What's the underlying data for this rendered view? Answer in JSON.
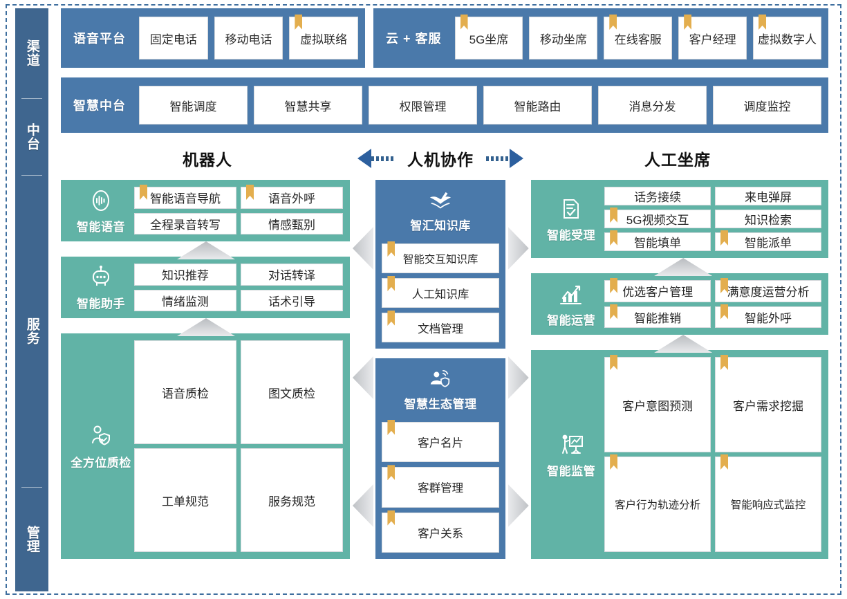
{
  "sidebar": {
    "segments": [
      {
        "label": "渠道"
      },
      {
        "label": "中台"
      },
      {
        "label": "服务"
      },
      {
        "label": "管理"
      }
    ]
  },
  "channel_row": {
    "voice_platform": {
      "title": "语音平台",
      "items": [
        {
          "label": "固定电话",
          "bookmark": false
        },
        {
          "label": "移动电话",
          "bookmark": false
        },
        {
          "label": "虚拟联络",
          "bookmark": true
        }
      ]
    },
    "cloud_service": {
      "title": "云 + 客服",
      "items": [
        {
          "label": "5G坐席",
          "bookmark": true
        },
        {
          "label": "移动坐席",
          "bookmark": false
        },
        {
          "label": "在线客服",
          "bookmark": true
        },
        {
          "label": "客户经理",
          "bookmark": true
        },
        {
          "label": "虚拟数字人",
          "bookmark": true
        }
      ]
    }
  },
  "middle_platform": {
    "title": "智慧中台",
    "items": [
      {
        "label": "智能调度",
        "bookmark": false
      },
      {
        "label": "智慧共享",
        "bookmark": false
      },
      {
        "label": "权限管理",
        "bookmark": false
      },
      {
        "label": "智能路由",
        "bookmark": false
      },
      {
        "label": "消息分发",
        "bookmark": false
      },
      {
        "label": "调度监控",
        "bookmark": false
      }
    ]
  },
  "collaboration": {
    "left_label": "机器人",
    "center_label": "人机协作",
    "right_label": "人工坐席"
  },
  "left_column": [
    {
      "name": "智能语音",
      "icon": "voice-wave-icon",
      "grid": "2x2",
      "items": [
        {
          "label": "智能语音导航",
          "bookmark": true
        },
        {
          "label": "语音外呼",
          "bookmark": true
        },
        {
          "label": "全程录音转写",
          "bookmark": false
        },
        {
          "label": "情感甄别",
          "bookmark": false
        }
      ]
    },
    {
      "name": "智能助手",
      "icon": "robot-icon",
      "grid": "2x2",
      "items": [
        {
          "label": "知识推荐",
          "bookmark": false
        },
        {
          "label": "对话转译",
          "bookmark": false
        },
        {
          "label": "情绪监测",
          "bookmark": false
        },
        {
          "label": "话术引导",
          "bookmark": false
        }
      ]
    },
    {
      "name": "全方位质检",
      "icon": "person-shield-icon",
      "grid": "2x2",
      "items": [
        {
          "label": "语音质检",
          "bookmark": false
        },
        {
          "label": "图文质检",
          "bookmark": false
        },
        {
          "label": "工单规范",
          "bookmark": false
        },
        {
          "label": "服务规范",
          "bookmark": false
        }
      ]
    }
  ],
  "center_column": [
    {
      "name": "智汇知识库",
      "icon": "book-pen-icon",
      "items": [
        {
          "label": "智能交互知识库",
          "bookmark": true
        },
        {
          "label": "人工知识库",
          "bookmark": true
        },
        {
          "label": "文档管理",
          "bookmark": true
        }
      ]
    },
    {
      "name": "智慧生态管理",
      "icon": "person-wifi-icon",
      "items": [
        {
          "label": "客户名片",
          "bookmark": true
        },
        {
          "label": "客群管理",
          "bookmark": true
        },
        {
          "label": "客户关系",
          "bookmark": true
        }
      ]
    }
  ],
  "right_column": [
    {
      "name": "智能受理",
      "icon": "document-check-icon",
      "grid": "3x2",
      "items": [
        {
          "label": "话务接续",
          "bookmark": false
        },
        {
          "label": "来电弹屏",
          "bookmark": false
        },
        {
          "label": "5G视频交互",
          "bookmark": true
        },
        {
          "label": "知识检索",
          "bookmark": false
        },
        {
          "label": "智能填单",
          "bookmark": true
        },
        {
          "label": "智能派单",
          "bookmark": true
        }
      ]
    },
    {
      "name": "智能运营",
      "icon": "growth-chart-icon",
      "grid": "2x2",
      "items": [
        {
          "label": "优选客户管理",
          "bookmark": true
        },
        {
          "label": "满意度运营分析",
          "bookmark": true
        },
        {
          "label": "智能推销",
          "bookmark": true
        },
        {
          "label": "智能外呼",
          "bookmark": true
        }
      ]
    },
    {
      "name": "智能监管",
      "icon": "presentation-person-icon",
      "grid": "2x2",
      "items": [
        {
          "label": "客户意图预测",
          "bookmark": true
        },
        {
          "label": "客户需求挖掘",
          "bookmark": true
        },
        {
          "label": "客户行为轨迹分析",
          "bookmark": true
        },
        {
          "label": "智能响应式监控",
          "bookmark": true
        }
      ]
    }
  ],
  "colors": {
    "blue": "#4a79aa",
    "sidebar_blue": "#3f668f",
    "green": "#61b3a6",
    "bookmark_gold": "#e3ae4e",
    "arrow_gray": "#bfc2c6",
    "arrow_blue": "#2c5f9e"
  }
}
